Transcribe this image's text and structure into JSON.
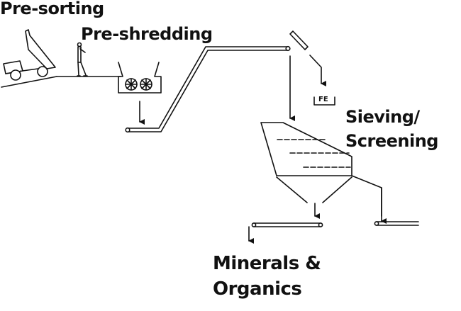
{
  "diagram": {
    "type": "process-flow",
    "stages": [
      {
        "id": "pre-sorting",
        "label": "Pre-sorting"
      },
      {
        "id": "pre-shredding",
        "label": "Pre-shredding"
      },
      {
        "id": "magnetic-separation",
        "label": "FE"
      },
      {
        "id": "sieving",
        "label_line1": "Sieving/",
        "label_line2": "Screening"
      },
      {
        "id": "output",
        "label_line1": "Minerals &",
        "label_line2": "Organics"
      }
    ],
    "colors": {
      "stroke": "#111111",
      "background": "#ffffff"
    }
  }
}
